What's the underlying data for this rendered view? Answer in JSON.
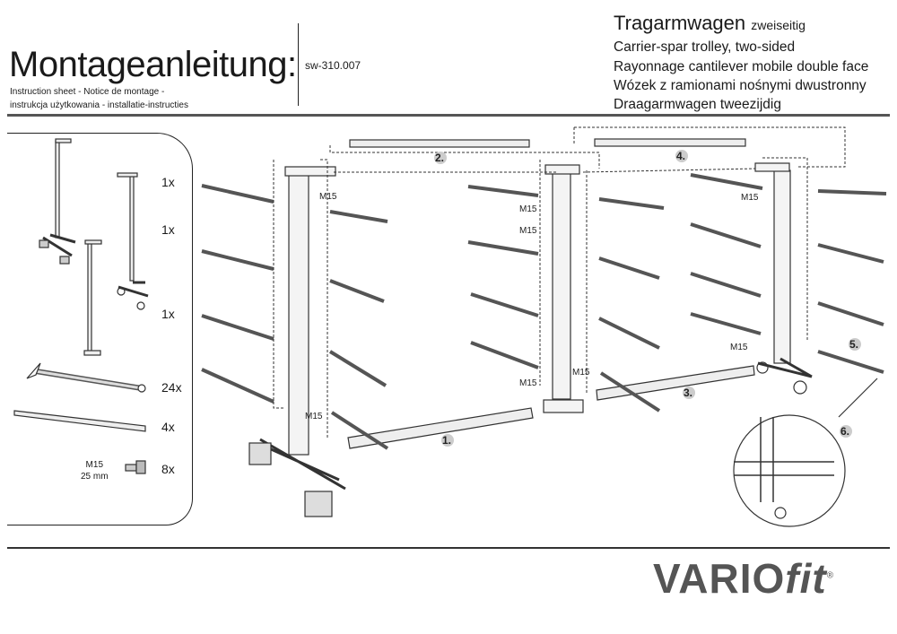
{
  "header": {
    "title": "Montageanleitung:",
    "subtitle_line1": "Instruction sheet - Notice de montage  -",
    "subtitle_line2": "instrukcja użytkowania - installatie-instructies",
    "code": "sw-310.007",
    "product_title": "Tragarmwagen",
    "product_title_suffix": "zweiseitig",
    "translations": [
      "Carrier-spar trolley, two-sided",
      "Rayonnage cantilever mobile double face",
      "Wózek z ramionami nośnymi dwustronny",
      "Draagarmwagen tweezijdig"
    ]
  },
  "parts": [
    {
      "qty": "1x",
      "name": "upright-with-feet"
    },
    {
      "qty": "1x",
      "name": "upright-with-casters"
    },
    {
      "qty": "1x",
      "name": "middle-upright"
    },
    {
      "qty": "24x",
      "name": "support-arm"
    },
    {
      "qty": "4x",
      "name": "cross-tube"
    },
    {
      "qty": "8x",
      "name": "screw",
      "label_line1": "M15",
      "label_line2": "25 mm"
    }
  ],
  "diagram": {
    "screw_label": "M15",
    "steps": [
      "1.",
      "2.",
      "3.",
      "4.",
      "5.",
      "6."
    ]
  },
  "logo": {
    "text_main": "VARIO",
    "text_script": "fit",
    "mark": "®"
  }
}
